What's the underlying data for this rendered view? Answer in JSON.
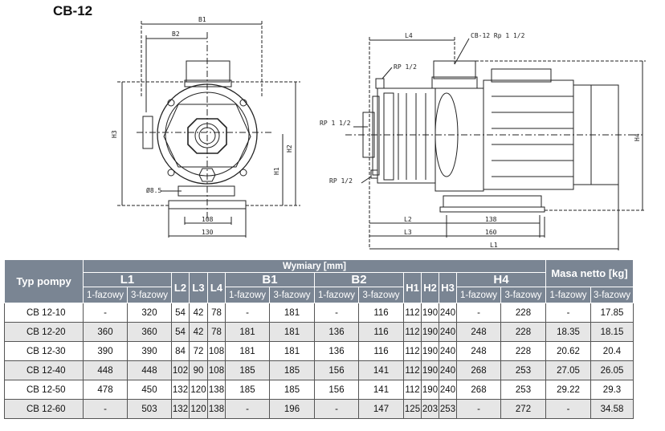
{
  "title": "CB-12",
  "drawing_left": {
    "labels": {
      "b1": "B1",
      "b2": "B2",
      "h3": "H3",
      "h2": "H2",
      "h1": "H1",
      "dia": "Ø8.5",
      "w108": "108",
      "w130": "130"
    }
  },
  "drawing_right": {
    "labels": {
      "l4": "L4",
      "cb12": "CB-12 Rp 1 1/2",
      "rp12_top": "RP 1/2",
      "rp112": "RP 1 1/2",
      "rp12_bottom": "RP 1/2",
      "h4": "H4",
      "l2": "L2",
      "d138": "138",
      "l3": "L3",
      "d160": "160",
      "l1": "L1"
    }
  },
  "table": {
    "col_typ": "Typ pompy",
    "wymiary": "Wymiary [mm]",
    "masa": "Masa netto [kg]",
    "l1": "L1",
    "l2": "L2",
    "l3": "L3",
    "l4": "L4",
    "b1": "B1",
    "b2": "B2",
    "h1": "H1",
    "h2": "H2",
    "h3": "H3",
    "h4": "H4",
    "f1": "1-fazowy",
    "f3": "3-fazowy",
    "rows": [
      [
        "CB  12-10",
        "-",
        "320",
        "54",
        "42",
        "78",
        "-",
        "181",
        "-",
        "116",
        "112",
        "190",
        "240",
        "-",
        "228",
        "-",
        "17.85"
      ],
      [
        "CB  12-20",
        "360",
        "360",
        "54",
        "42",
        "78",
        "181",
        "181",
        "136",
        "116",
        "112",
        "190",
        "240",
        "248",
        "228",
        "18.35",
        "18.15"
      ],
      [
        "CB  12-30",
        "390",
        "390",
        "84",
        "72",
        "108",
        "181",
        "181",
        "136",
        "116",
        "112",
        "190",
        "240",
        "248",
        "228",
        "20.62",
        "20.4"
      ],
      [
        "CB  12-40",
        "448",
        "448",
        "102",
        "90",
        "108",
        "185",
        "185",
        "156",
        "141",
        "112",
        "190",
        "240",
        "268",
        "253",
        "27.05",
        "26.05"
      ],
      [
        "CB  12-50",
        "478",
        "450",
        "132",
        "120",
        "138",
        "185",
        "185",
        "156",
        "141",
        "112",
        "190",
        "240",
        "268",
        "253",
        "29.22",
        "29.3"
      ],
      [
        "CB  12-60",
        "-",
        "503",
        "132",
        "120",
        "138",
        "-",
        "196",
        "-",
        "147",
        "125",
        "203",
        "253",
        "-",
        "272",
        "-",
        "34.58"
      ]
    ]
  }
}
